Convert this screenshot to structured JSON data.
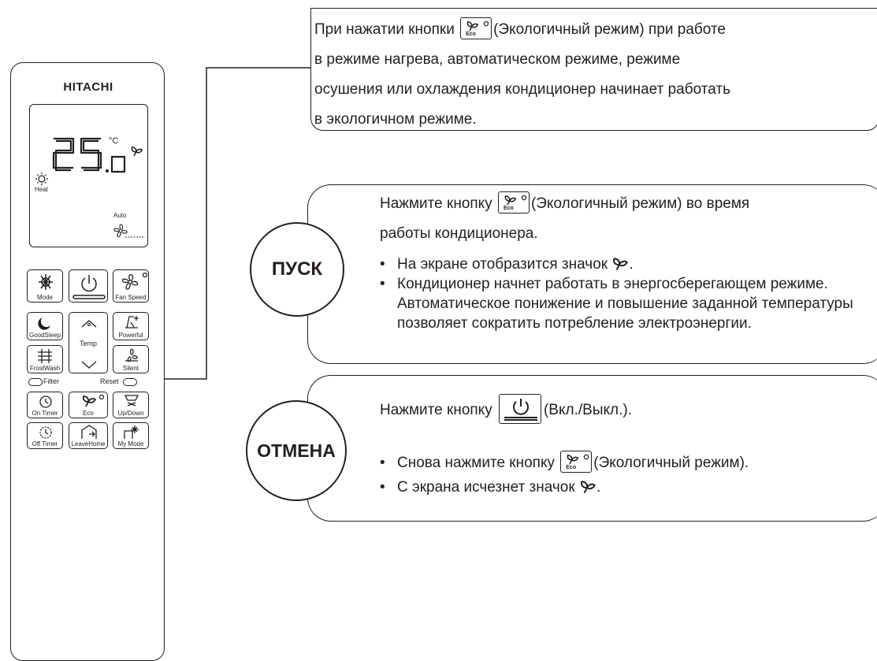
{
  "remote": {
    "brand": "HITACHI",
    "display": {
      "temp": "25",
      "decimal": ".0",
      "unit": "°C",
      "mode_label": "Heat",
      "fan_label": "Auto"
    },
    "buttons": {
      "mode": "Mode",
      "fan_speed": "Fan Speed",
      "goodsleep": "GoodSleep",
      "temp": "Temp",
      "powerful": "Powerful",
      "frostwash": "FrostWash",
      "silent": "Silent",
      "filter": "Filter",
      "reset": "Reset",
      "on_timer": "On Timer",
      "eco": "Eco",
      "updown": "Up/Down",
      "off_timer": "Off Timer",
      "leavehome": "LeaveHome",
      "mymode": "My Mode"
    },
    "icons": [
      "mode-icon",
      "power-icon",
      "fan-icon",
      "moon-icon",
      "powerful-icon",
      "frostwash-icon",
      "silent-icon",
      "timer-icon",
      "eco-leaf-icon",
      "swing-icon",
      "leavehome-icon",
      "mymode-icon",
      "sun-icon"
    ]
  },
  "top_callout": {
    "line1_pre": "При нажатии кнопки",
    "line1_post": "(Экологичный режим) при работе",
    "line2": "в режиме нагрева, автоматическом режиме, режиме",
    "line3": "осушения или охлаждения кондиционер начинает работать",
    "line4": "в экологичном режиме."
  },
  "start": {
    "badge": "ПУСК",
    "line1_pre": "Нажмите кнопку",
    "line1_post": "(Экологичный режим) во время",
    "line2": "работы кондиционера.",
    "bullet1": "На экране отобразится значок",
    "bullet2": "Кондиционер начнет работать в энергосберегающем режиме. Автоматическое понижение и повышение заданной температуры позволяет сократить потребление электроэнергии."
  },
  "cancel": {
    "badge": "ОТМЕНА",
    "line1_pre": "Нажмите кнопку",
    "line1_post": "(Вкл./Выкл.).",
    "bullet1_pre": "Снова нажмите кнопку",
    "bullet1_post": "(Экологичный режим).",
    "bullet2": "С экрана исчезнет значок"
  },
  "inline_button_label": "Eco",
  "colors": {
    "line": "#231f20",
    "background": "#ffffff"
  }
}
